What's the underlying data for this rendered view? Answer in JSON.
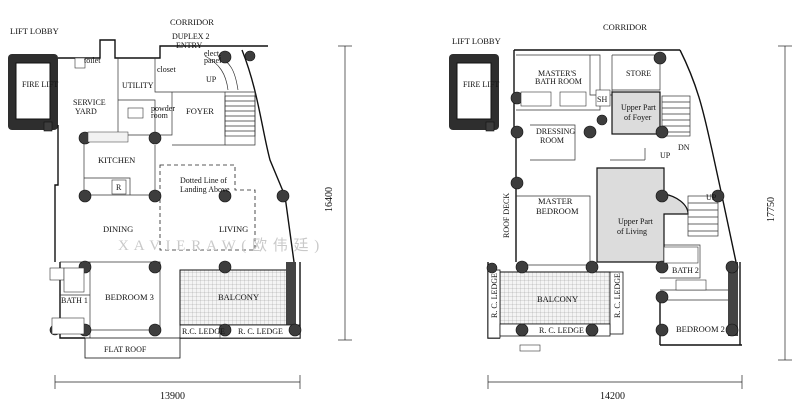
{
  "left": {
    "lift_lobby": "LIFT LOBBY",
    "corridor": "CORRIDOR",
    "duplex_entry": [
      "DUPLEX 2",
      "ENTRY"
    ],
    "closet": "closet",
    "closet_panel": [
      "elect.",
      "panel"
    ],
    "up": "UP",
    "toilet": "toilet",
    "fire_lift": "FIRE LIFT",
    "service_yard": [
      "SERVICE",
      "YARD"
    ],
    "utility": "UTILITY",
    "powder_room": [
      "powder",
      "room"
    ],
    "foyer": "FOYER",
    "kitchen": "KITCHEN",
    "fridge": "R",
    "dotted_note": [
      "Dotted Line of",
      "Landing Above"
    ],
    "dining": "DINING",
    "living": "LIVING",
    "bath1": "BATH 1",
    "bedroom3": "BEDROOM 3",
    "balcony": "BALCONY",
    "rc_ledge_1": "R.C. LEDGE",
    "rc_ledge_2": "R. C. LEDGE",
    "flat_roof": "FLAT ROOF",
    "dim_width": "13900",
    "dim_height": "16400"
  },
  "right": {
    "lift_lobby": "LIFT LOBBY",
    "corridor": "CORRIDOR",
    "fire_lift": "FIRE LIFT",
    "masters_bath": [
      "MASTER'S",
      "BATH ROOM"
    ],
    "store": "STORE",
    "sh": "SH",
    "upper_foyer": [
      "Upper Part",
      "of Foyer"
    ],
    "dressing_room": [
      "DRESSING",
      "ROOM"
    ],
    "dn": "DN",
    "up_stair": "UP",
    "roof_deck": "ROOF DECK",
    "master_bedroom": [
      "MASTER",
      "BEDROOM"
    ],
    "upper_living": [
      "Upper Part",
      "of Living"
    ],
    "up2": "UP",
    "bath2": "BATH 2",
    "rc_ledge_left": "R. C. LEDGE",
    "balcony": "BALCONY",
    "rc_ledge_bottom": "R. C. LEDGE",
    "rc_ledge_right": "R. C. LEDGE",
    "bedroom2": "BEDROOM 2",
    "dim_width": "14200",
    "dim_height": "17750"
  },
  "watermark": "X A V I E R   A W   ( 欧 伟 廷 )"
}
